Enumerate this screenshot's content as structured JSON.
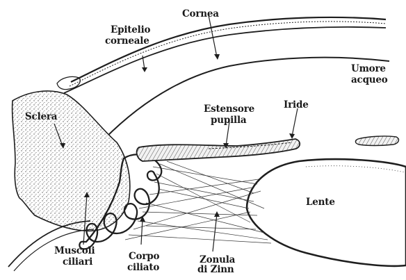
{
  "diagram": {
    "labels": {
      "epitelio": [
        "Epitelio",
        "corneale"
      ],
      "cornea": [
        "Cornea"
      ],
      "umore": [
        "Umore",
        "acqueo"
      ],
      "sclera": [
        "Sclera"
      ],
      "estensore": [
        "Estensore",
        "pupilla"
      ],
      "iride": [
        "Iride"
      ],
      "lente": [
        "Lente"
      ],
      "muscoli": [
        "Muscoli",
        "ciliari"
      ],
      "corpo": [
        "Corpo",
        "ciliato"
      ],
      "zonula": [
        "Zonula",
        "di Zinn"
      ]
    },
    "colors": {
      "ink": "#1e1e1e",
      "background": "#ffffff"
    }
  }
}
